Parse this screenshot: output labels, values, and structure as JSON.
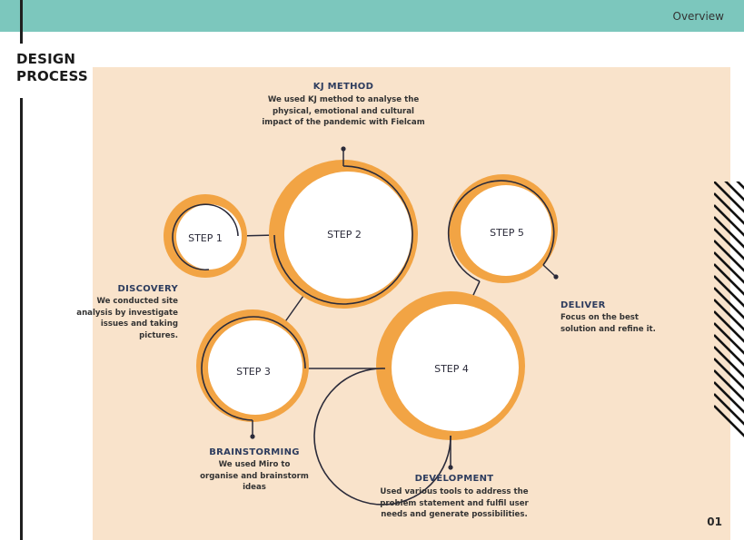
{
  "header": {
    "title": "Overview"
  },
  "section": {
    "title_line1": "DESIGN",
    "title_line2": "PROCESS"
  },
  "steps": [
    {
      "label": "STEP 1"
    },
    {
      "label": "STEP 2"
    },
    {
      "label": "STEP 3"
    },
    {
      "label": "STEP 4"
    },
    {
      "label": "STEP 5"
    }
  ],
  "kj": {
    "title": "KJ METHOD",
    "lines": [
      "We used KJ method to analyse the",
      "physical, emotional and cultural",
      "impact of the pandemic with Fielcam"
    ]
  },
  "discovery": {
    "title": "DISCOVERY",
    "lines": [
      "We conducted site",
      "analysis by investigate",
      "issues and taking",
      "pictures."
    ]
  },
  "brainstorming": {
    "title": "BRAINSTORMING",
    "lines": [
      "We used Miro to",
      "organise and brainstorm",
      "ideas"
    ]
  },
  "development": {
    "title": "DEVELOPMENT",
    "lines": [
      "Used various tools to address the",
      "problem statement and fulfil user",
      "needs and generate possibilities."
    ]
  },
  "deliver": {
    "title": "DELIVER",
    "lines": [
      "Focus on the best",
      "solution and refine it."
    ]
  },
  "page": {
    "number": "01"
  },
  "colors": {
    "accent_orange": "#f2a444",
    "panel_peach": "#f9e3cb",
    "header_teal": "#7cc7bd",
    "title_navy": "#2d3c5e"
  }
}
